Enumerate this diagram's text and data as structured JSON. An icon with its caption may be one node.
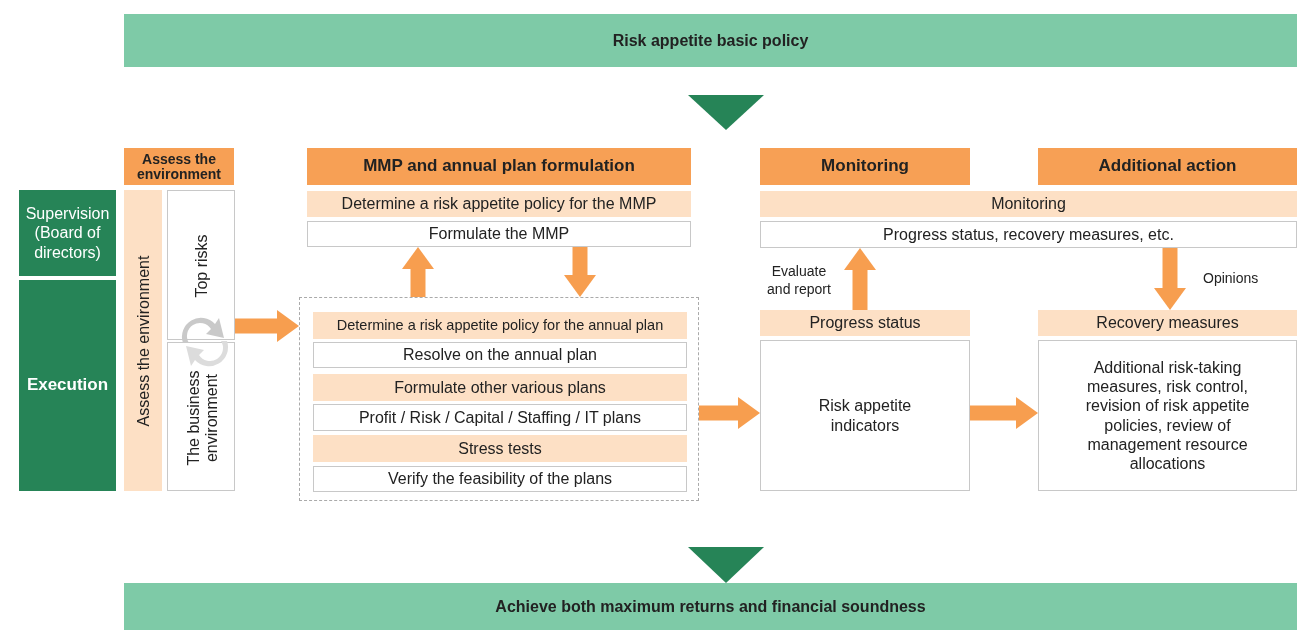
{
  "diagram": {
    "nodes": [
      {
        "text": [
          "Risk appetite basic policy"
        ]
      },
      {
        "text": [
          "Assess the environment"
        ]
      },
      {
        "text": [
          "MMP and annual plan formulation"
        ]
      },
      {
        "text": [
          "Monitoring"
        ]
      },
      {
        "text": [
          "Additional action"
        ]
      },
      {
        "text": [
          "Supervision (Board of directors)"
        ]
      },
      {
        "text": [
          "Execution"
        ]
      },
      {
        "text": [
          "Assess the environment"
        ]
      },
      {
        "text": [
          "Top risks"
        ]
      },
      {
        "text": [
          "The business environment"
        ]
      },
      {
        "text": [
          "Determine a risk appetite policy for the MMP"
        ]
      },
      {
        "text": [
          "Formulate the MMP"
        ]
      },
      {
        "text": [],
        "shape": "box"
      },
      {
        "text": [
          "Determine a risk appetite policy for the annual plan"
        ],
        "in": 12
      },
      {
        "text": [
          "Resolve on the annual plan"
        ],
        "in": 12
      },
      {
        "text": [
          "Formulate other various plans"
        ],
        "in": 12
      },
      {
        "text": [
          "Profit / Risk / Capital / Staffing / IT plans"
        ],
        "in": 12
      },
      {
        "text": [
          "Stress tests"
        ],
        "in": 12
      },
      {
        "text": [
          "Verify the feasibility of the plans"
        ],
        "in": 12
      },
      {
        "text": [
          "Monitoring"
        ]
      },
      {
        "text": [
          "Progress status, recovery measures, etc."
        ]
      },
      {
        "text": [
          "Progress status"
        ]
      },
      {
        "text": [
          "Risk appetite indicators"
        ]
      },
      {
        "text": [
          "Recovery measures"
        ]
      },
      {
        "text": [
          "Additional risk-taking measures, risk control, revision of risk appetite policies, review of management resource allocations"
        ]
      },
      {
        "text": [
          "Achieve both maximum returns and financial soundness"
        ]
      }
    ],
    "edges": [
      {
        "from": 0,
        "to": null,
        "arrow": "to",
        "color": "#268457"
      },
      {
        "from": 8,
        "to": 12,
        "arrow": "to"
      },
      {
        "from": 12,
        "to": 11,
        "arrow": "to"
      },
      {
        "from": 11,
        "to": 12,
        "arrow": "to"
      },
      {
        "from": 12,
        "to": 22,
        "arrow": "to"
      },
      {
        "from": 21,
        "to": 20,
        "arrow": "to",
        "label": "Evaluate and report"
      },
      {
        "from": 20,
        "to": 23,
        "arrow": "to",
        "label": "Opinions"
      },
      {
        "from": 22,
        "to": 24,
        "arrow": "to"
      },
      {
        "from": null,
        "to": 25,
        "arrow": "to",
        "color": "#268457"
      }
    ]
  }
}
